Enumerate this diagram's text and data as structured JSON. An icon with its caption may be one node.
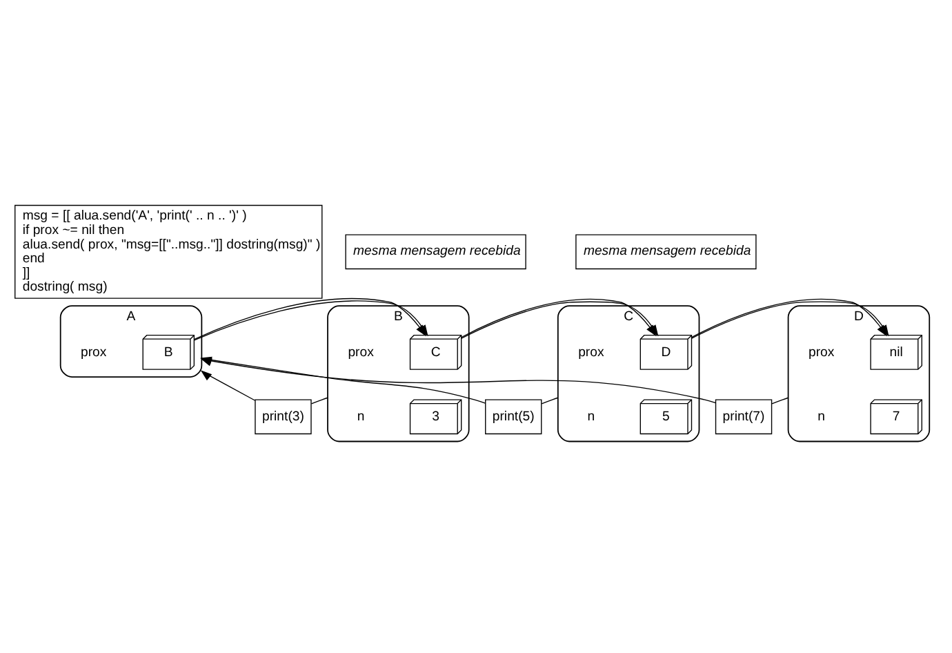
{
  "diagram": {
    "nodes": [
      {
        "text": [
          "msg = [[ alua.send('A', 'print(' .. n .. ')' )",
          "if prox ~= nil then",
          "alua.send( prox, \"msg=[[\"..msg..\"]] dostring(msg)\" )",
          "end",
          "]]",
          "dostring( msg)"
        ]
      },
      {
        "text": [
          "mesma mensagem recebida"
        ]
      },
      {
        "text": [
          "mesma mensagem recebida"
        ]
      },
      {
        "text": [
          "prox"
        ],
        "beside": [
          "A"
        ]
      },
      {
        "text": [
          "B"
        ],
        "in": 3
      },
      {
        "text": [
          "prox",
          "n"
        ],
        "beside": [
          "B"
        ]
      },
      {
        "text": [
          "C"
        ],
        "in": 5
      },
      {
        "text": [
          "3"
        ],
        "in": 5
      },
      {
        "text": [
          "prox",
          "n"
        ],
        "beside": [
          "C"
        ]
      },
      {
        "text": [
          "D"
        ],
        "in": 8
      },
      {
        "text": [
          "5"
        ],
        "in": 8
      },
      {
        "text": [
          "prox",
          "n"
        ],
        "beside": [
          "D"
        ]
      },
      {
        "text": [
          "nil"
        ],
        "in": 11
      },
      {
        "text": [
          "7"
        ],
        "in": 11
      },
      {
        "text": [
          "print(3)"
        ]
      },
      {
        "text": [
          "print(5)"
        ]
      },
      {
        "text": [
          "print(7)"
        ]
      }
    ],
    "edges": [
      {
        "from": 3,
        "to": 5,
        "arrow": "to"
      },
      {
        "from": 5,
        "to": 8,
        "arrow": "to"
      },
      {
        "from": 8,
        "to": 11,
        "arrow": "to"
      },
      {
        "from": 5,
        "to": 14,
        "arrow": "none"
      },
      {
        "from": 8,
        "to": 15,
        "arrow": "none"
      },
      {
        "from": 11,
        "to": 16,
        "arrow": "none"
      },
      {
        "from": 14,
        "to": 3,
        "arrow": "to"
      },
      {
        "from": 15,
        "to": 3,
        "arrow": "to"
      },
      {
        "from": 16,
        "to": 3,
        "arrow": "to"
      }
    ]
  }
}
